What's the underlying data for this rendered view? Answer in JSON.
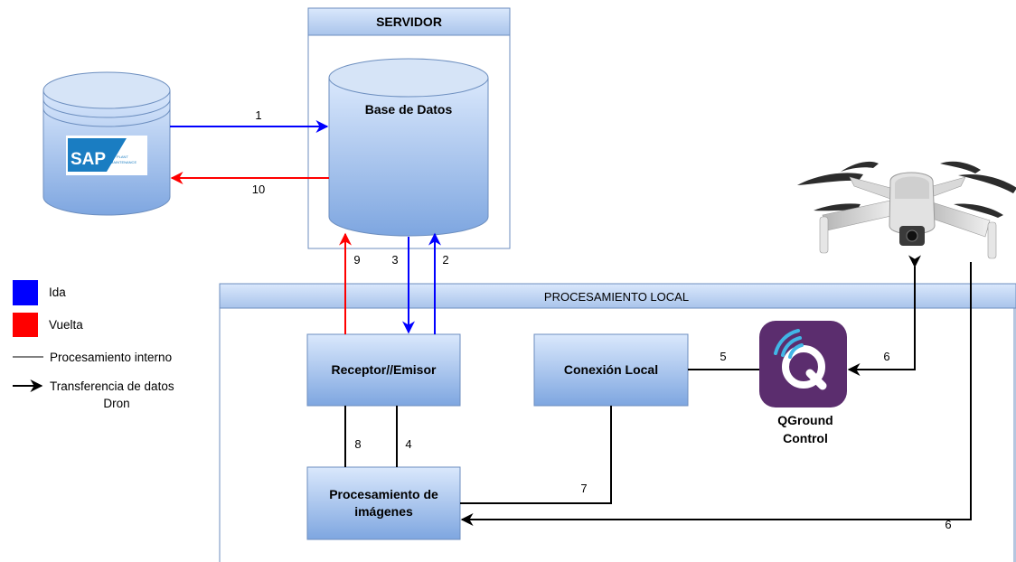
{
  "server": {
    "title": "SERVIDOR",
    "database": "Base de Datos"
  },
  "local": {
    "title": "PROCESAMIENTO LOCAL"
  },
  "nodes": {
    "receptor": "Receptor//Emisor",
    "conexion": "Conexión Local",
    "procesamiento_line1": "Procesamiento de",
    "procesamiento_line2": "imágenes",
    "qground_line1": "QGround",
    "qground_line2": "Control"
  },
  "sap_logo": {
    "brand": "SAP",
    "sub_line1": "PLANT",
    "sub_line2": "MAINTENANCE"
  },
  "edges": [
    "1",
    "10",
    "9",
    "3",
    "2",
    "8",
    "4",
    "5",
    "6",
    "7",
    "6"
  ],
  "legend": {
    "ida": "Ida",
    "vuelta": "Vuelta",
    "interno": "Procesamiento interno",
    "transfer_line1": "Transferencia de datos",
    "transfer_line2": "Dron"
  },
  "colors": {
    "ida": "#0000ff",
    "vuelta": "#ff0000",
    "container_header": "#c2d8ef",
    "box_fill_top": "#dae8fc",
    "box_fill_bottom": "#7ea6e0",
    "qground_bg": "#5b2d6e"
  },
  "icons": [
    "sap-logo",
    "drone-image",
    "qgroundcontrol-icon"
  ]
}
